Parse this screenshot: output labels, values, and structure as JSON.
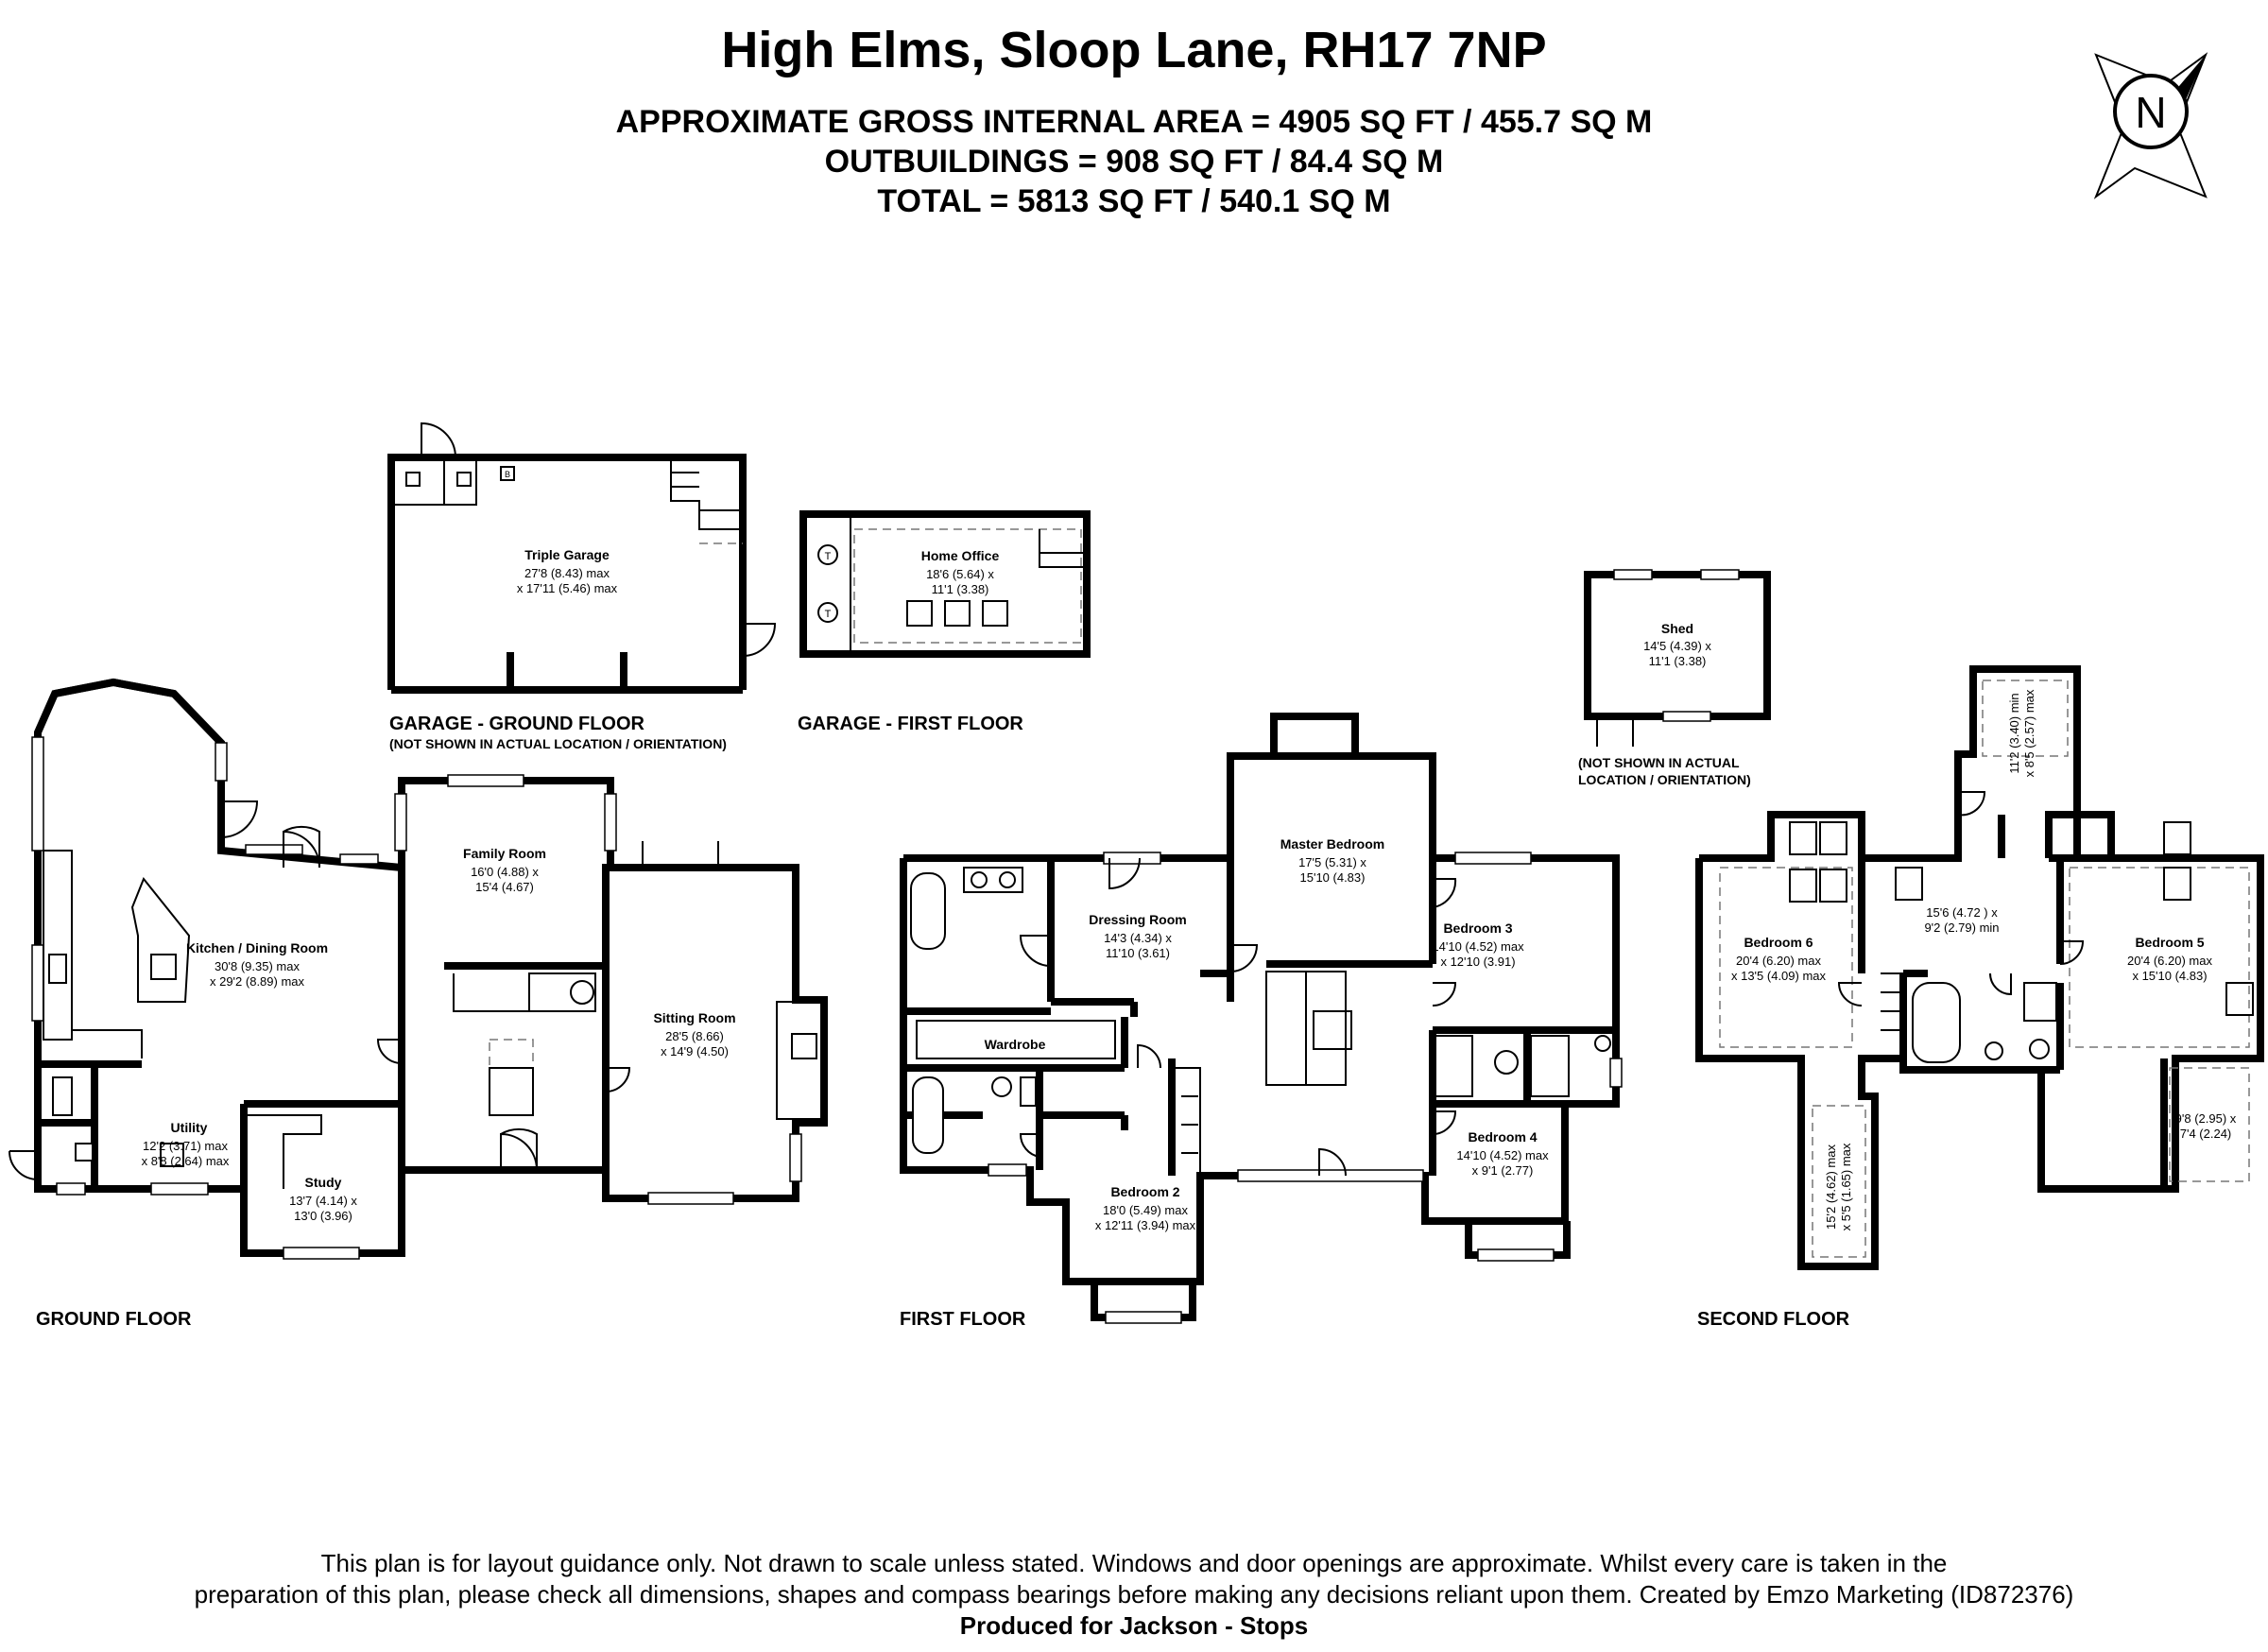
{
  "header": {
    "title": "High Elms, Sloop Lane, RH17 7NP",
    "area_internal": "APPROXIMATE GROSS INTERNAL AREA = 4905 SQ FT / 455.7 SQ M",
    "area_outbuildings": "OUTBUILDINGS = 908 SQ FT / 84.4 SQ M",
    "area_total": "TOTAL = 5813 SQ FT / 540.1 SQ M"
  },
  "compass": {
    "letter": "N"
  },
  "floors": {
    "ground": "GROUND FLOOR",
    "first": "FIRST FLOOR",
    "second": "SECOND FLOOR",
    "garage_ground": "GARAGE - GROUND FLOOR",
    "garage_first": "GARAGE - FIRST FLOOR"
  },
  "notes": {
    "garage_location": "(NOT SHOWN IN ACTUAL LOCATION / ORIENTATION)",
    "shed_location_1": "(NOT SHOWN IN ACTUAL",
    "shed_location_2": "LOCATION / ORIENTATION)"
  },
  "rooms": {
    "triple_garage": {
      "name": "Triple Garage",
      "d1": "27'8 (8.43) max",
      "d2": "x 17'11 (5.46) max"
    },
    "home_office": {
      "name": "Home Office",
      "d1": "18'6 (5.64) x",
      "d2": "11'1 (3.38)"
    },
    "shed": {
      "name": "Shed",
      "d1": "14'5 (4.39) x",
      "d2": "11'1 (3.38)"
    },
    "kitchen": {
      "name": "Kitchen / Dining Room",
      "d1": "30'8 (9.35) max",
      "d2": "x 29'2 (8.89) max"
    },
    "family_room": {
      "name": "Family Room",
      "d1": "16'0 (4.88) x",
      "d2": "15'4 (4.67)"
    },
    "sitting_room": {
      "name": "Sitting Room",
      "d1": "28'5 (8.66)",
      "d2": "x 14'9 (4.50)"
    },
    "utility": {
      "name": "Utility",
      "d1": "12'2 (3.71) max",
      "d2": "x 8'8 (2.64) max"
    },
    "study": {
      "name": "Study",
      "d1": "13'7 (4.14) x",
      "d2": "13'0 (3.96)"
    },
    "master_bedroom": {
      "name": "Master Bedroom",
      "d1": "17'5 (5.31) x",
      "d2": "15'10 (4.83)"
    },
    "dressing_room": {
      "name": "Dressing Room",
      "d1": "14'3 (4.34) x",
      "d2": "11'10 (3.61)"
    },
    "wardrobe": {
      "name": "Wardrobe"
    },
    "bedroom_2": {
      "name": "Bedroom 2",
      "d1": "18'0 (5.49) max",
      "d2": "x 12'11 (3.94) max"
    },
    "bedroom_3": {
      "name": "Bedroom 3",
      "d1": "14'10 (4.52) max",
      "d2": "x 12'10 (3.91)"
    },
    "bedroom_4": {
      "name": "Bedroom 4",
      "d1": "14'10 (4.52) max",
      "d2": "x 9'1 (2.77)"
    },
    "bedroom_6": {
      "name": "Bedroom 6",
      "d1": "20'4 (6.20) max",
      "d2": "x 13'5 (4.09) max"
    },
    "landing_second": {
      "d1": "15'6 (4.72 ) x",
      "d2": "9'2 (2.79) min"
    },
    "bedroom_5": {
      "name": "Bedroom 5",
      "d1": "20'4 (6.20) max",
      "d2": "x 15'10 (4.83)"
    },
    "eaves_top": {
      "d1": "11'2 (3.40) min",
      "d2": "x 8'5 (2.57) max"
    },
    "eaves_left": {
      "d1": "15'2 (4.62) max",
      "d2": "x 5'5 (1.65) max"
    },
    "eaves_right": {
      "d1": "9'8 (2.95) x",
      "d2": "7'4 (2.24)"
    }
  },
  "symbols": {
    "tank": "T",
    "boiler": "B"
  },
  "footer": {
    "line1": "This plan is for layout guidance only. Not drawn to scale unless stated. Windows and door openings are approximate. Whilst every care is taken in the",
    "line2": "preparation of this plan, please check all dimensions, shapes and compass bearings before making any decisions reliant upon them. Created by Emzo Marketing (ID872376)",
    "line3": "Produced for Jackson - Stops"
  }
}
